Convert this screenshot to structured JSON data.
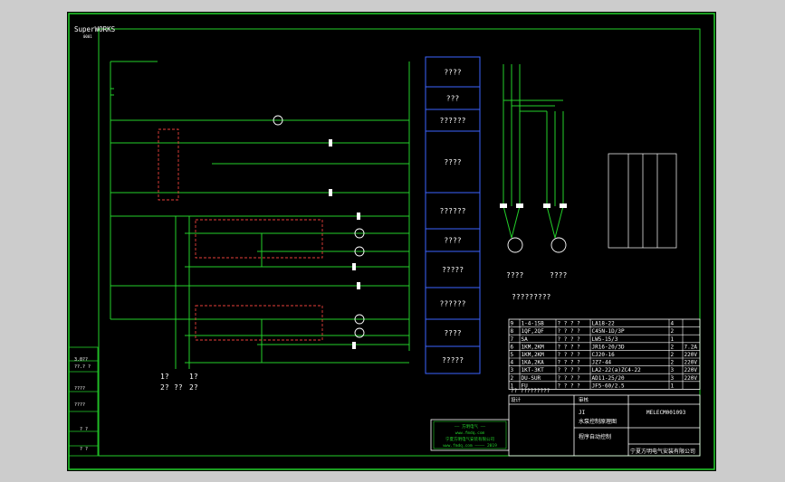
{
  "header": {
    "brand": "SuperWORKS",
    "sub": "0001"
  },
  "function_blocks": [
    "????",
    "???",
    "??????",
    "????",
    "??????",
    "????",
    "?????",
    "??????",
    "????",
    "?????"
  ],
  "motor_labels": [
    "????",
    "????"
  ],
  "motor_caption": "?????????",
  "bottom_labels": {
    "l1": "1?",
    "l2": "2?",
    "l3": "2?",
    "l4": "??",
    "l5": "1?"
  },
  "bom_rows": [
    [
      "9",
      "1-4-1SB",
      "? ? ? ?",
      "LA18-22",
      "4",
      ""
    ],
    [
      "8",
      "1QF,2QF",
      "? ? ? ?",
      "C45N-1D/3P",
      "2",
      ""
    ],
    [
      "7",
      "SA",
      "? ? ? ?",
      "LW5-15/3",
      "1",
      ""
    ],
    [
      "6",
      "1KM,2KM",
      "? ? ? ?",
      "JR16-20/3D",
      "2",
      "7.2A"
    ],
    [
      "5",
      "1KM,2KM",
      "? ? ? ?",
      "CJ20-16",
      "2",
      "220V"
    ],
    [
      "4",
      "1KA,2KA",
      "? ? ? ?",
      "JZ7-44",
      "2",
      "220V"
    ],
    [
      "3",
      "1KT-3KT",
      "? ? ? ?",
      "LA2-22(a)ZC4-22",
      "3",
      "220V"
    ],
    [
      "2",
      "DU-SUR",
      "? ? ? ?",
      "AD11-25/20",
      "3",
      "220V"
    ],
    [
      "1",
      "FU",
      "? ? ? ?",
      "JF5-60/2.5",
      "1",
      ""
    ]
  ],
  "bom_footer": "?? ?????????",
  "title_block": {
    "drawing_no": "MELECM001093",
    "project": "水泵控制原理图",
    "project_code": "JI",
    "org": "宁夏方明电气安装有限公司",
    "tech_note": "程序自动控制",
    "designer": "设计",
    "checker": "审核"
  },
  "stamp": {
    "line1": "—— 方明电气 ——",
    "line2": "www.fmdq.com",
    "line3": "宁夏方明电气安装有限公司",
    "line4": "www.fmdq.com ———— 2019"
  },
  "left_strip": [
    "3.0??",
    "??.? ?",
    "????",
    "????",
    "? ?",
    "? ?"
  ]
}
